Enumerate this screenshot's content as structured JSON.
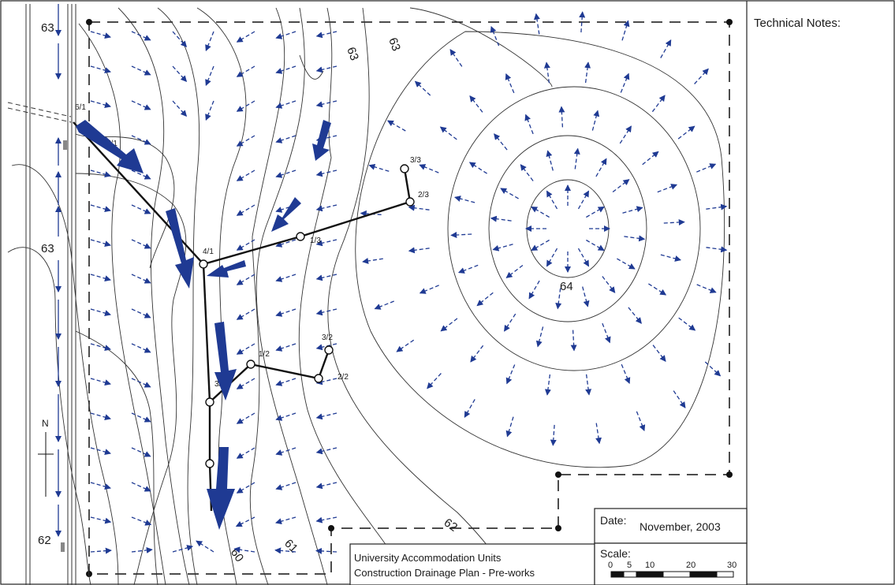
{
  "technical_notes_label": "Technical Notes:",
  "date": {
    "label": "Date:",
    "value": "November, 2003"
  },
  "title_block": {
    "line1": "University Accommodation Units",
    "line2": "Construction Drainage Plan - Pre-works"
  },
  "scale": {
    "label": "Scale:",
    "ticks": [
      "0",
      "5",
      "10",
      "20",
      "30"
    ]
  },
  "north_label": "N",
  "contour_labels": [
    "63",
    "63",
    "63",
    "63",
    "64",
    "62",
    "62",
    "61",
    "60"
  ],
  "node_labels": [
    "6/1",
    "5/1",
    "4/1",
    "1/3",
    "2/3",
    "3/3",
    "1/2",
    "2/2",
    "3/2",
    "3/1"
  ],
  "colors": {
    "flow_arrow": "#1f3a93",
    "drain": "#1a1a1a",
    "contour": "#333333"
  }
}
